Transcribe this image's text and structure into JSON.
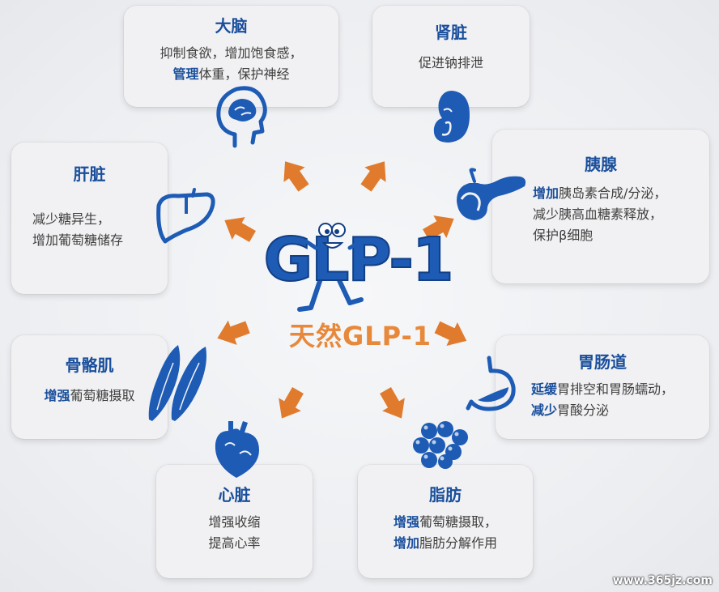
{
  "center": {
    "mascot_text": "GLP-1",
    "caption": "天然GLP-1"
  },
  "cards": {
    "brain": {
      "title": "大脑",
      "line1": "抑制食欲，增加饱食感，",
      "line2_hl": "管理",
      "line2_rest": "体重，保护神经"
    },
    "kidney": {
      "title": "肾脏",
      "line1": "促进钠排泄"
    },
    "liver": {
      "title": "肝脏",
      "line1": "减少糖异生，",
      "line2": "增加葡萄糖储存"
    },
    "pancreas": {
      "title": "胰腺",
      "line1_hl": "增加",
      "line1_rest": "胰岛素合成/分泌，",
      "line2": "减少胰高血糖素释放，",
      "line3": "保护β细胞"
    },
    "muscle": {
      "title": "骨骼肌",
      "line1_hl": "增强",
      "line1_rest": "葡萄糖摄取"
    },
    "gut": {
      "title": "胃肠道",
      "line1_hl": "延缓",
      "line1_rest": "胃排空和胃肠蠕动，",
      "line2_hl": "减少",
      "line2_rest": "胃酸分泌"
    },
    "heart": {
      "title": "心脏",
      "line1": "增强收缩",
      "line2": "提高心率"
    },
    "fat": {
      "title": "脂肪",
      "line1_hl": "增强",
      "line1_rest": "葡萄糖摄取，",
      "line2_hl": "增加",
      "line2_rest": "脂肪分解作用"
    }
  },
  "watermark": "www.365jz.com",
  "colors": {
    "blue": "#1a4f9c",
    "organ_blue": "#1d5bb5",
    "arrow_orange": "#e07b2e",
    "caption_orange": "#e8883a"
  }
}
